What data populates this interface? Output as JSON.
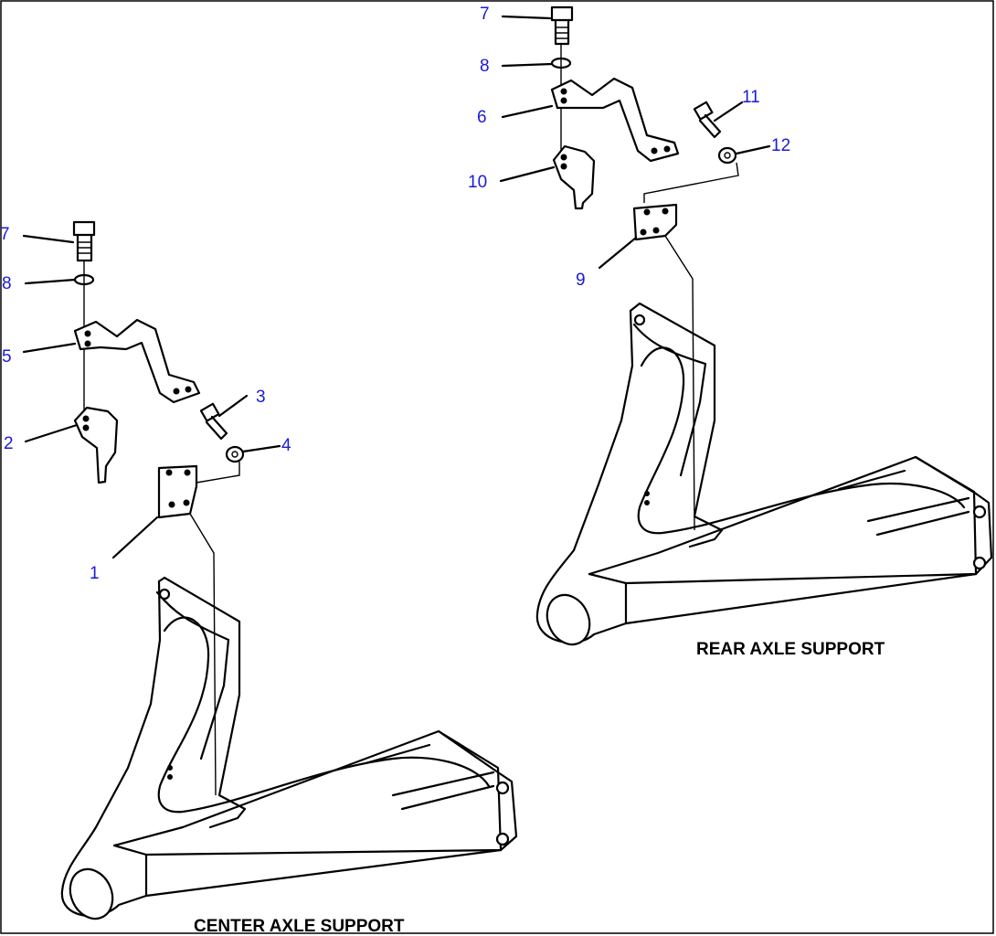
{
  "titles": {
    "center": "CENTER AXLE SUPPORT",
    "rear": "REAR AXLE SUPPORT"
  },
  "callouts": {
    "c1": "1",
    "c2": "2",
    "c3": "3",
    "c4": "4",
    "c5": "5",
    "c7a": "7",
    "c8a": "8",
    "c6": "6",
    "c7b": "7",
    "c8b": "8",
    "c9": "9",
    "c10": "10",
    "c11": "11",
    "c12": "12"
  },
  "colors": {
    "callout": "#1a1ad8",
    "line": "#000000"
  }
}
